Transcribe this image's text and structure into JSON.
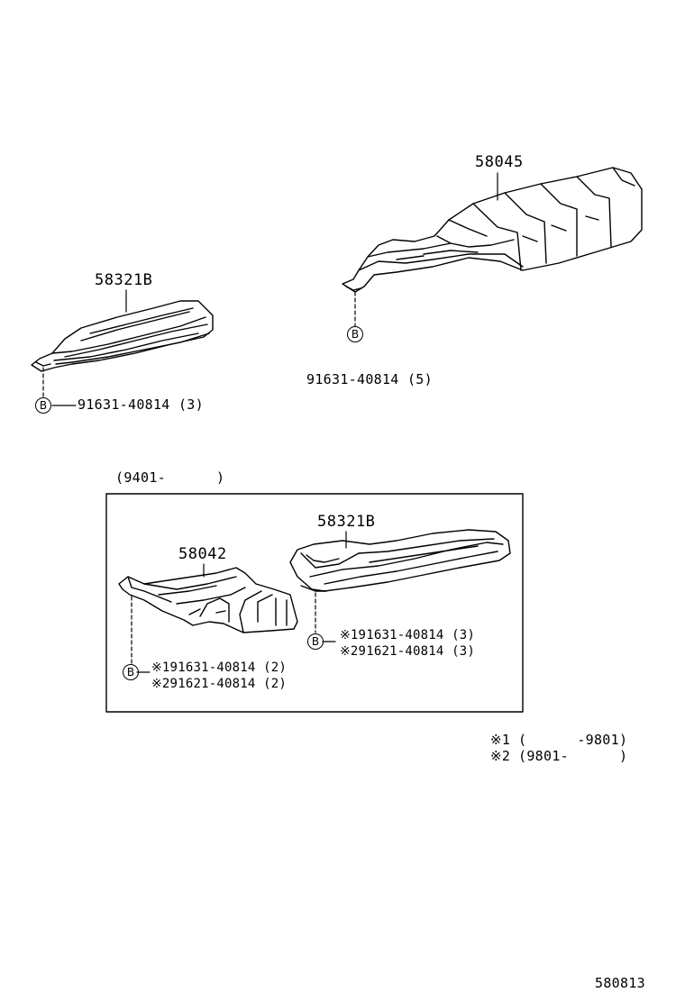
{
  "parts": {
    "muffler_cover": "58045",
    "rear_cover_upper": "58321B",
    "rear_cover_lower": "58321B",
    "front_cover": "58042"
  },
  "bolt_symbol": "B",
  "fasteners": {
    "upper_left": "91631-40814 (3)",
    "upper_right": "91631-40814 (5)",
    "lower_left_1": "※191631-40814 (2)",
    "lower_left_2": "※291621-40814 (2)",
    "lower_right_1": "※191631-40814 (3)",
    "lower_right_2": "※291621-40814 (3)"
  },
  "box_range_label": "(9401-      )",
  "notes": {
    "note1_mark": "※1",
    "note1_range": "(      -9801)",
    "note2_mark": "※2",
    "note2_range": "(9801-      )"
  },
  "diagram_code": "580813"
}
